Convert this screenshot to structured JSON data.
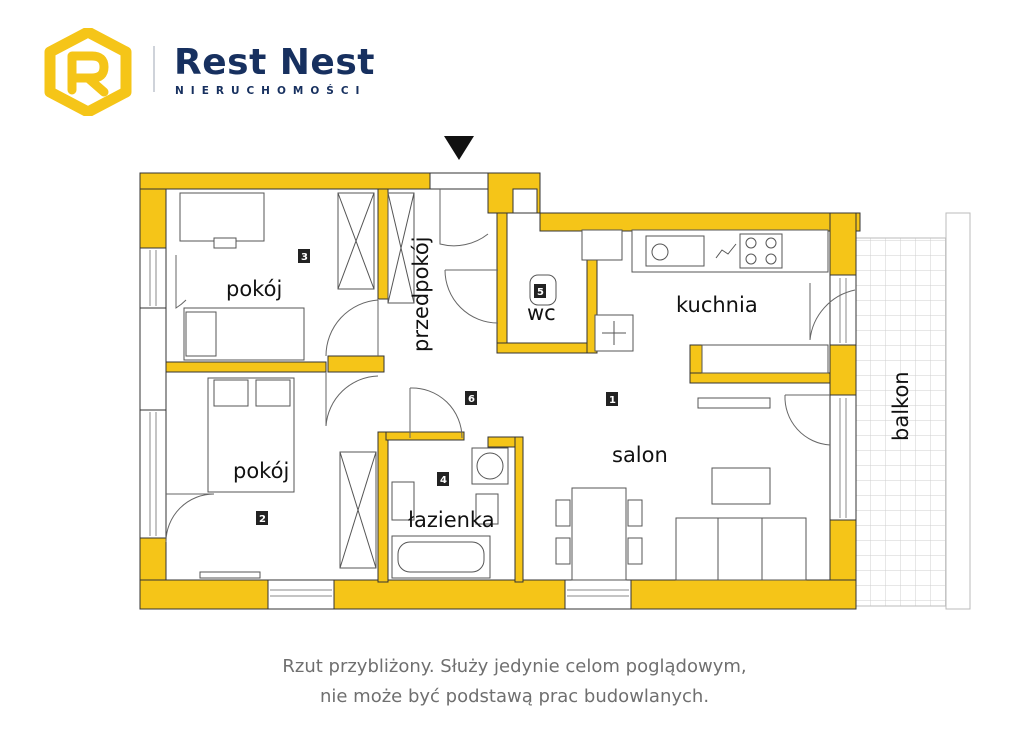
{
  "brand": {
    "name": "Rest Nest",
    "tagline": "NIERUCHOMOŚCI",
    "accent_color": "#f5c518",
    "navy_color": "#17305f"
  },
  "plan": {
    "wall_color": "#f5c518",
    "rooms": [
      {
        "number": "1",
        "label": "salon"
      },
      {
        "number": "2",
        "label": "pokój"
      },
      {
        "number": "3",
        "label": "pokój"
      },
      {
        "number": "4",
        "label": "łazienka"
      },
      {
        "number": "5",
        "label": "wc"
      },
      {
        "number": "6",
        "label": "przedpokój"
      },
      {
        "number": "",
        "label": "kuchnia"
      },
      {
        "number": "",
        "label": "balkon"
      }
    ],
    "entrance_marker": "entrance-arrow-icon"
  },
  "disclaimer": {
    "line1": "Rzut przybliżony. Służy jedynie celom poglądowym,",
    "line2": "nie może być podstawą prac budowlanych."
  }
}
